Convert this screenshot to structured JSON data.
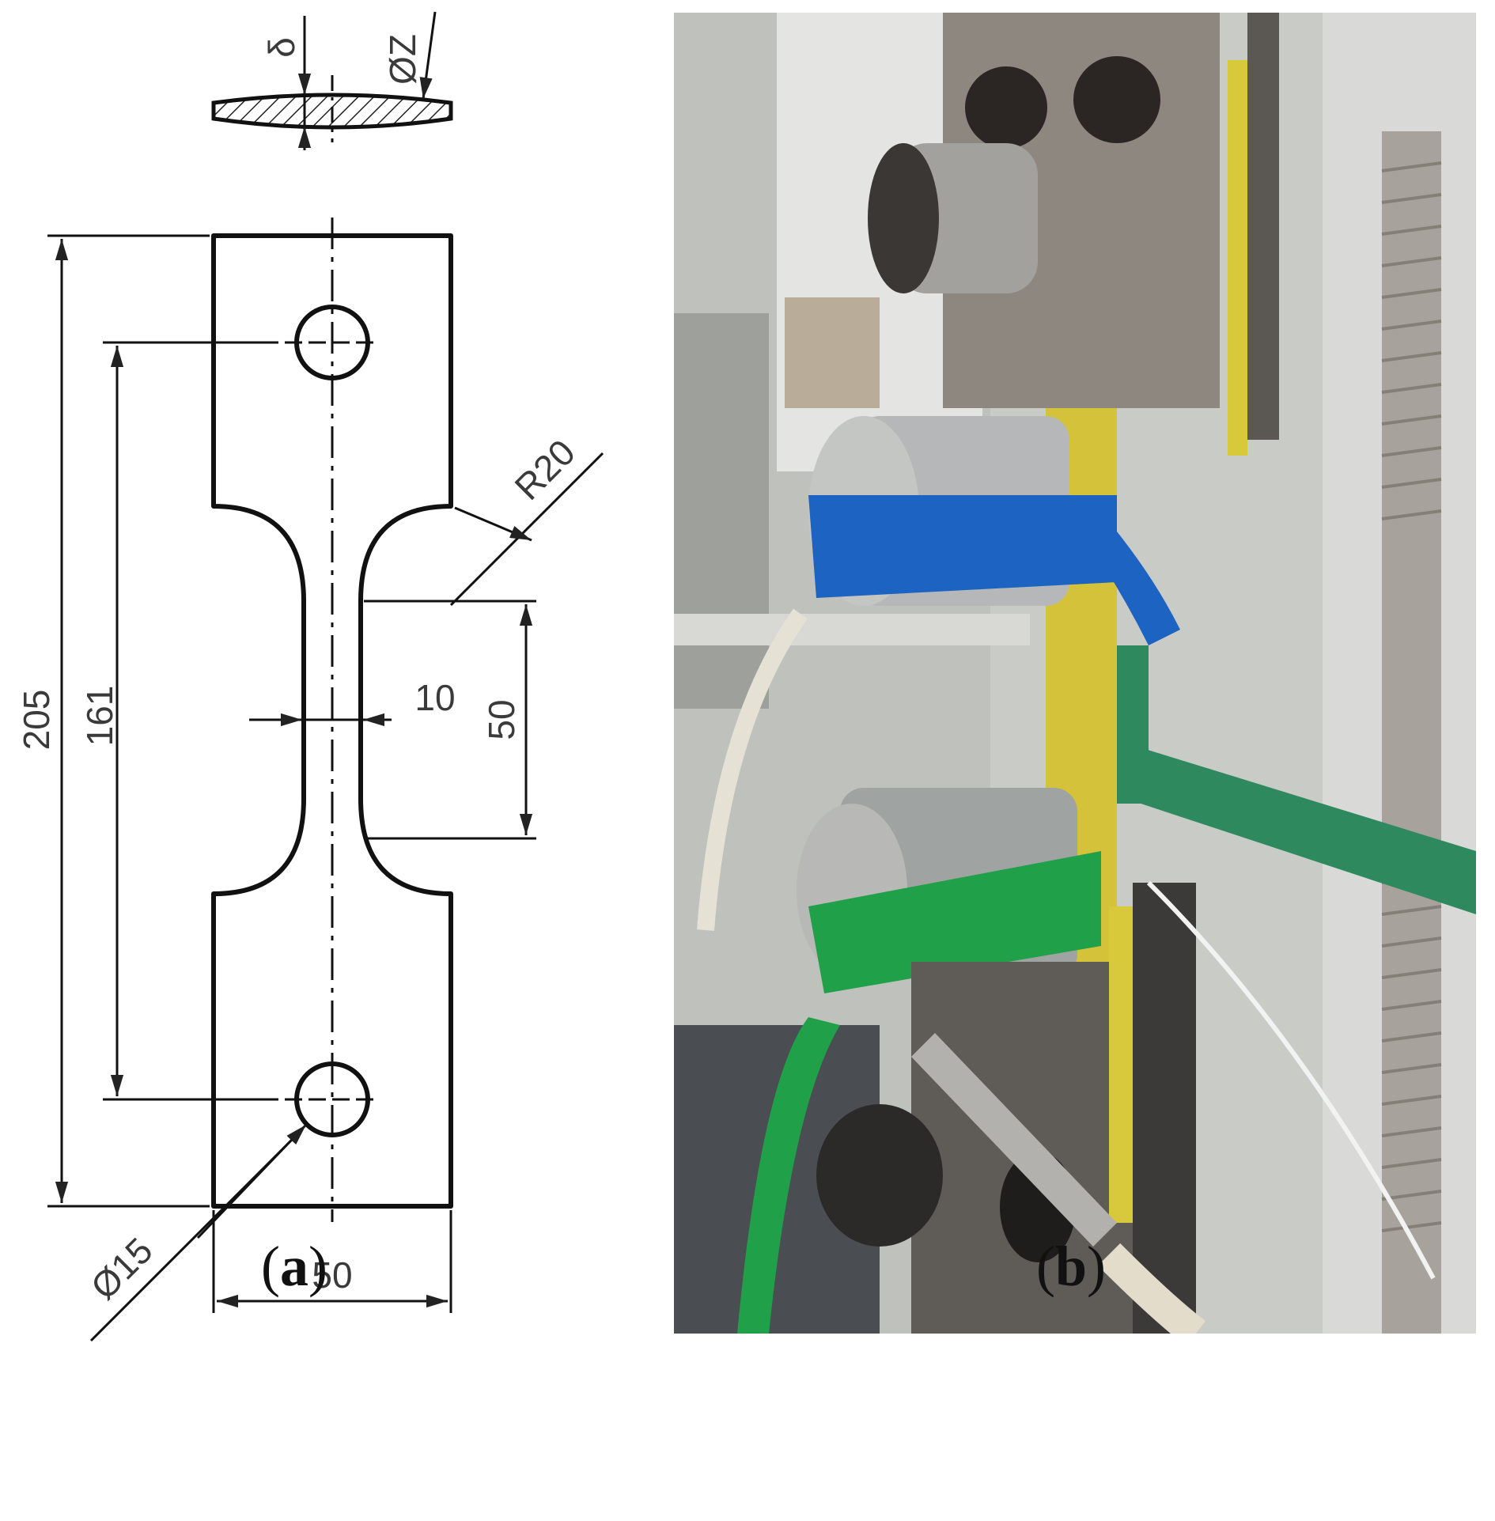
{
  "panels": [
    {
      "label": "a",
      "type": "technical-drawing",
      "dimensions": {
        "thickness": "δ",
        "section_diameter": "ØZ",
        "fillet_radius": "R20",
        "overall_length": "205",
        "hole_spacing": "161",
        "gauge_width": "10",
        "gauge_length": "50",
        "overall_width": "50",
        "hole_diameter": "Ø15"
      }
    },
    {
      "label": "b",
      "type": "photograph"
    }
  ]
}
